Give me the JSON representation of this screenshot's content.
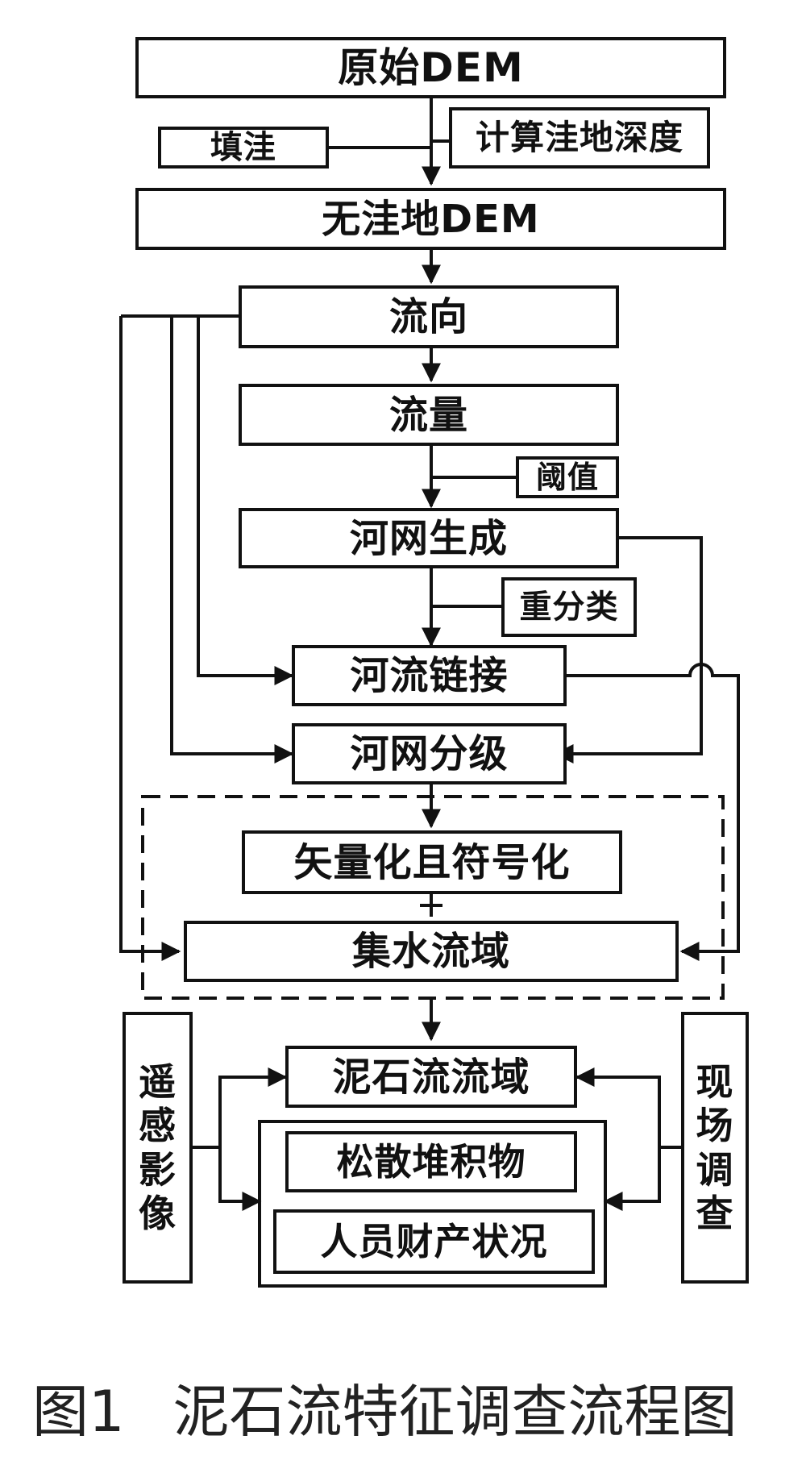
{
  "nodes": {
    "original_dem": "原始DEM",
    "fill": "填洼",
    "calc_depression_depth": "计算洼地深度",
    "depressionless_dem": "无洼地DEM",
    "flow_direction": "流向",
    "flow_accumulation": "流量",
    "threshold": "阈值",
    "stream_network": "河网生成",
    "reclassify": "重分类",
    "stream_link": "河流链接",
    "stream_order": "河网分级",
    "vectorize_symbolize": "矢量化且符号化",
    "watershed": "集水流域",
    "debris_flow_basin": "泥石流流域",
    "loose_deposits": "松散堆积物",
    "people_property": "人员财产状况",
    "remote_sensing": "遥感影像",
    "field_survey": "现场调查"
  },
  "caption": {
    "figure_number": "图1",
    "title": "泥石流特征调查流程图"
  },
  "colors": {
    "line": "#111111",
    "background": "#ffffff"
  }
}
